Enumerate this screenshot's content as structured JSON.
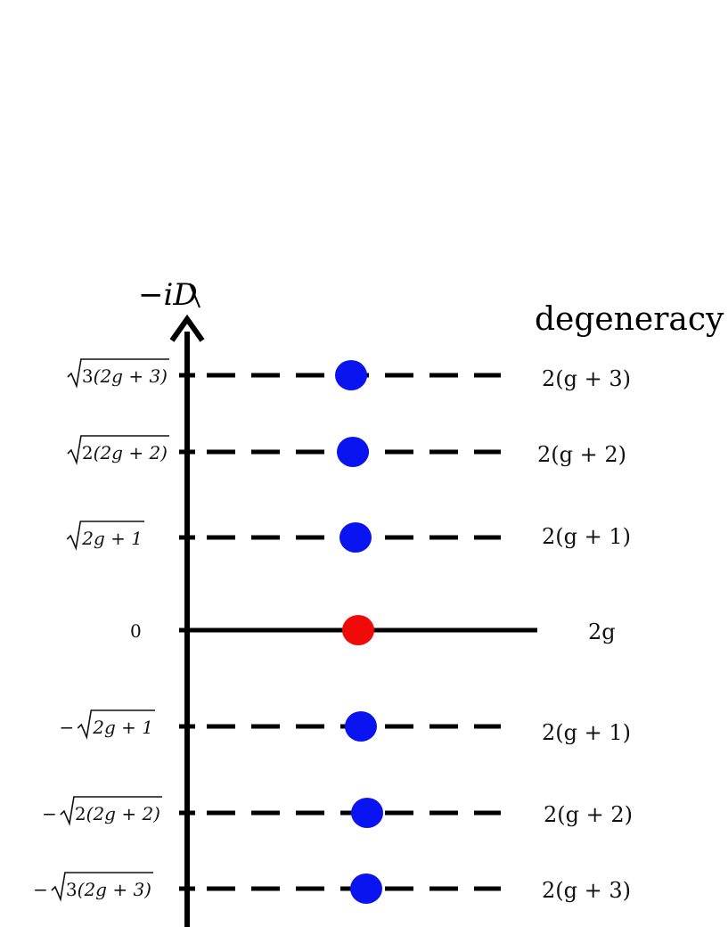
{
  "axis": {
    "label_prefix": "−i",
    "label_operator": "D"
  },
  "column_title": "degeneracy",
  "colors": {
    "positive_level": "#0a14f0",
    "zero_mode": "#f00a0a",
    "line": "#000000"
  },
  "levels": [
    {
      "id": "p3",
      "label": {
        "sign": "",
        "coef": "3",
        "radicand": "(2g + 3)"
      },
      "degeneracy": "2(g + 3)",
      "kind": "nonzero"
    },
    {
      "id": "p2",
      "label": {
        "sign": "",
        "coef": "2",
        "radicand": "(2g + 2)"
      },
      "degeneracy": "2(g + 2)",
      "kind": "nonzero"
    },
    {
      "id": "p1",
      "label": {
        "sign": "",
        "coef": "",
        "radicand": "2g + 1"
      },
      "degeneracy": "2(g + 1)",
      "kind": "nonzero"
    },
    {
      "id": "z0",
      "label_zero": "0",
      "degeneracy": "2g",
      "kind": "zero"
    },
    {
      "id": "m1",
      "label": {
        "sign": "−",
        "coef": "",
        "radicand": "2g + 1"
      },
      "degeneracy": "2(g + 1)",
      "kind": "nonzero"
    },
    {
      "id": "m2",
      "label": {
        "sign": "−",
        "coef": "2",
        "radicand": "(2g + 2)"
      },
      "degeneracy": "2(g + 2)",
      "kind": "nonzero"
    },
    {
      "id": "m3",
      "label": {
        "sign": "−",
        "coef": "3",
        "radicand": "(2g + 3)"
      },
      "degeneracy": "2(g + 3)",
      "kind": "nonzero"
    }
  ]
}
